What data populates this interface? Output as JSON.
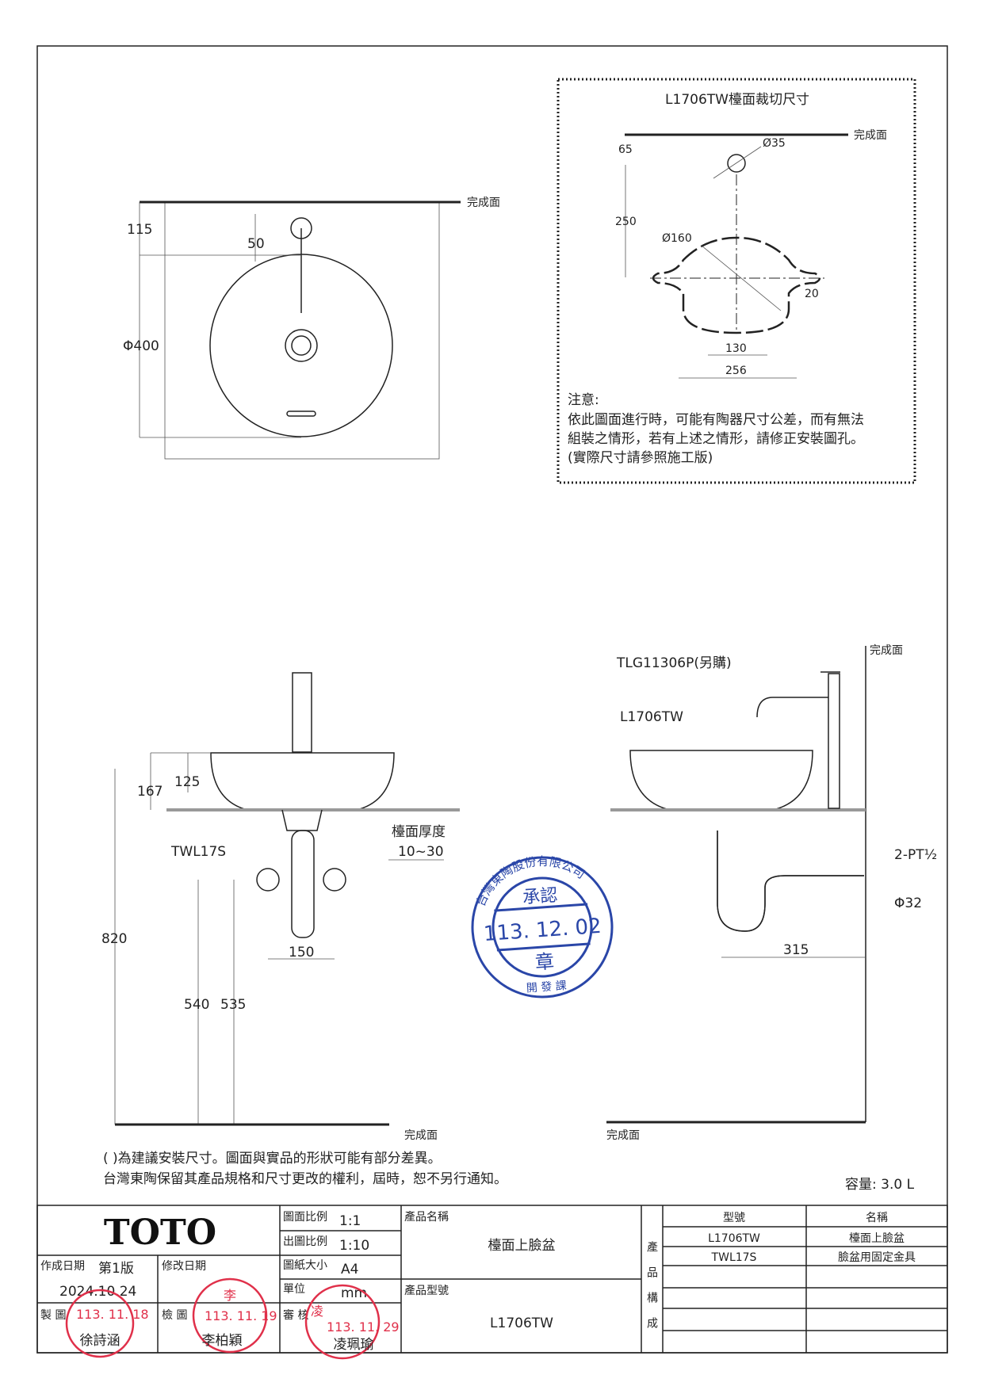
{
  "finish_surface": "完成面",
  "top_view": {
    "dim_115": "115",
    "dim_50": "50",
    "dim_400": "Φ400"
  },
  "cutout": {
    "title": "L1706TW檯面裁切尺寸",
    "dim_65": "65",
    "dim_35": "Ø35",
    "dim_250": "250",
    "dim_160": "Ø160",
    "dim_20": "20",
    "dim_130": "130",
    "dim_256": "256",
    "note_title": "注意:",
    "note_lines": [
      "依此圖面進行時，可能有陶器尺寸公差，而有無法",
      "組裝之情形，若有上述之情形，請修正安裝圖孔。",
      "(實際尺寸請參照施工版)"
    ]
  },
  "front_view": {
    "dim_167": "167",
    "dim_125": "125",
    "twl": "TWL17S",
    "thickness_label": "檯面厚度",
    "thickness": "10~30",
    "dim_820": "820",
    "dim_150": "150",
    "dim_540": "540",
    "dim_535": "535"
  },
  "side_view": {
    "faucet": "TLG11306P(另購)",
    "basin": "L1706TW",
    "pt": "2-PT½",
    "d32": "Φ32",
    "dim_315": "315"
  },
  "approval_stamp": {
    "ring": "台灣東陶股份有限公司",
    "top": "承認",
    "date": "113. 12. 02",
    "bottom": "章",
    "foot": "開 發 課"
  },
  "notes": [
    "( )為建議安裝尺寸。圖面與實品的形狀可能有部分差異。",
    "台灣東陶保留其產品規格和尺寸更改的權利，屆時，恕不另行通知。"
  ],
  "capacity": "容量: 3.0 L",
  "title_block": {
    "logo": "TOTO",
    "scale_label": "圖面比例",
    "scale": "1:1",
    "out_scale_label": "出圖比例",
    "out_scale": "1:10",
    "paper_label": "圖紙大小",
    "paper": "A4",
    "unit_label": "單位",
    "unit": "mm",
    "product_name_label": "產品名稱",
    "product_name": "檯面上臉盆",
    "product_model_label": "產品型號",
    "product_model": "L1706TW",
    "created_label": "作成日期",
    "edition": "第1版",
    "created_date": "2024.10.24",
    "modified_label": "修改日期",
    "drawn_label": "製 圖",
    "drawn_date": "113. 11. 18",
    "drawn_by": "徐詩涵",
    "checked_label": "檢 圖",
    "checked_date": "113. 11. 19",
    "checked_by": "李柏穎",
    "checked_seal": "李",
    "review_label": "審 核",
    "review_date": "113. 11. 29",
    "review_by": "凌珮瑜",
    "review_seal": "凌",
    "composition_label": "產品構成",
    "col_model": "型號",
    "col_name": "名稱",
    "rows": [
      {
        "model": "L1706TW",
        "name": "檯面上臉盆"
      },
      {
        "model": "TWL17S",
        "name": "臉盆用固定金具"
      }
    ]
  }
}
